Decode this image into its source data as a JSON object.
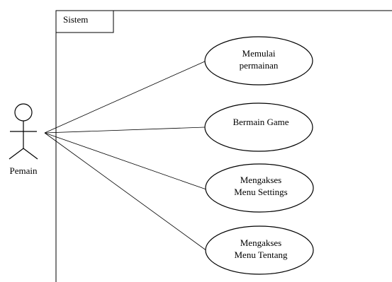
{
  "system": {
    "label": "Sistem"
  },
  "actor": {
    "name": "Pemain"
  },
  "use_cases": [
    {
      "lines": [
        "Memulai",
        "permainan"
      ]
    },
    {
      "lines": [
        "Bermain Game"
      ]
    },
    {
      "lines": [
        "Mengakses",
        "Menu Settings"
      ]
    },
    {
      "lines": [
        "Mengakses",
        "Menu Tentang"
      ]
    }
  ],
  "colors": {
    "stroke": "#000000",
    "background": "#ffffff"
  }
}
